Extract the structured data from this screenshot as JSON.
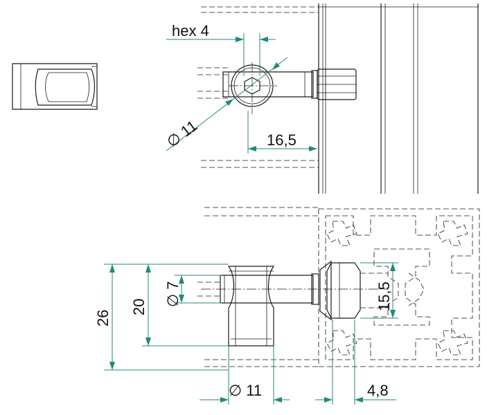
{
  "drawing": {
    "labels": {
      "hex": "hex  4",
      "dia_head": "∅  11",
      "dim_16_5": "16,5",
      "dim_26": "26",
      "dim_20": "20",
      "dia_pin": "∅  7",
      "dim_15_5": "15,5",
      "dia_body": "∅  11",
      "dim_4_8": "4,8"
    },
    "colors": {
      "dimension": "#1f8a7a",
      "outline": "#1a1a1a"
    }
  }
}
